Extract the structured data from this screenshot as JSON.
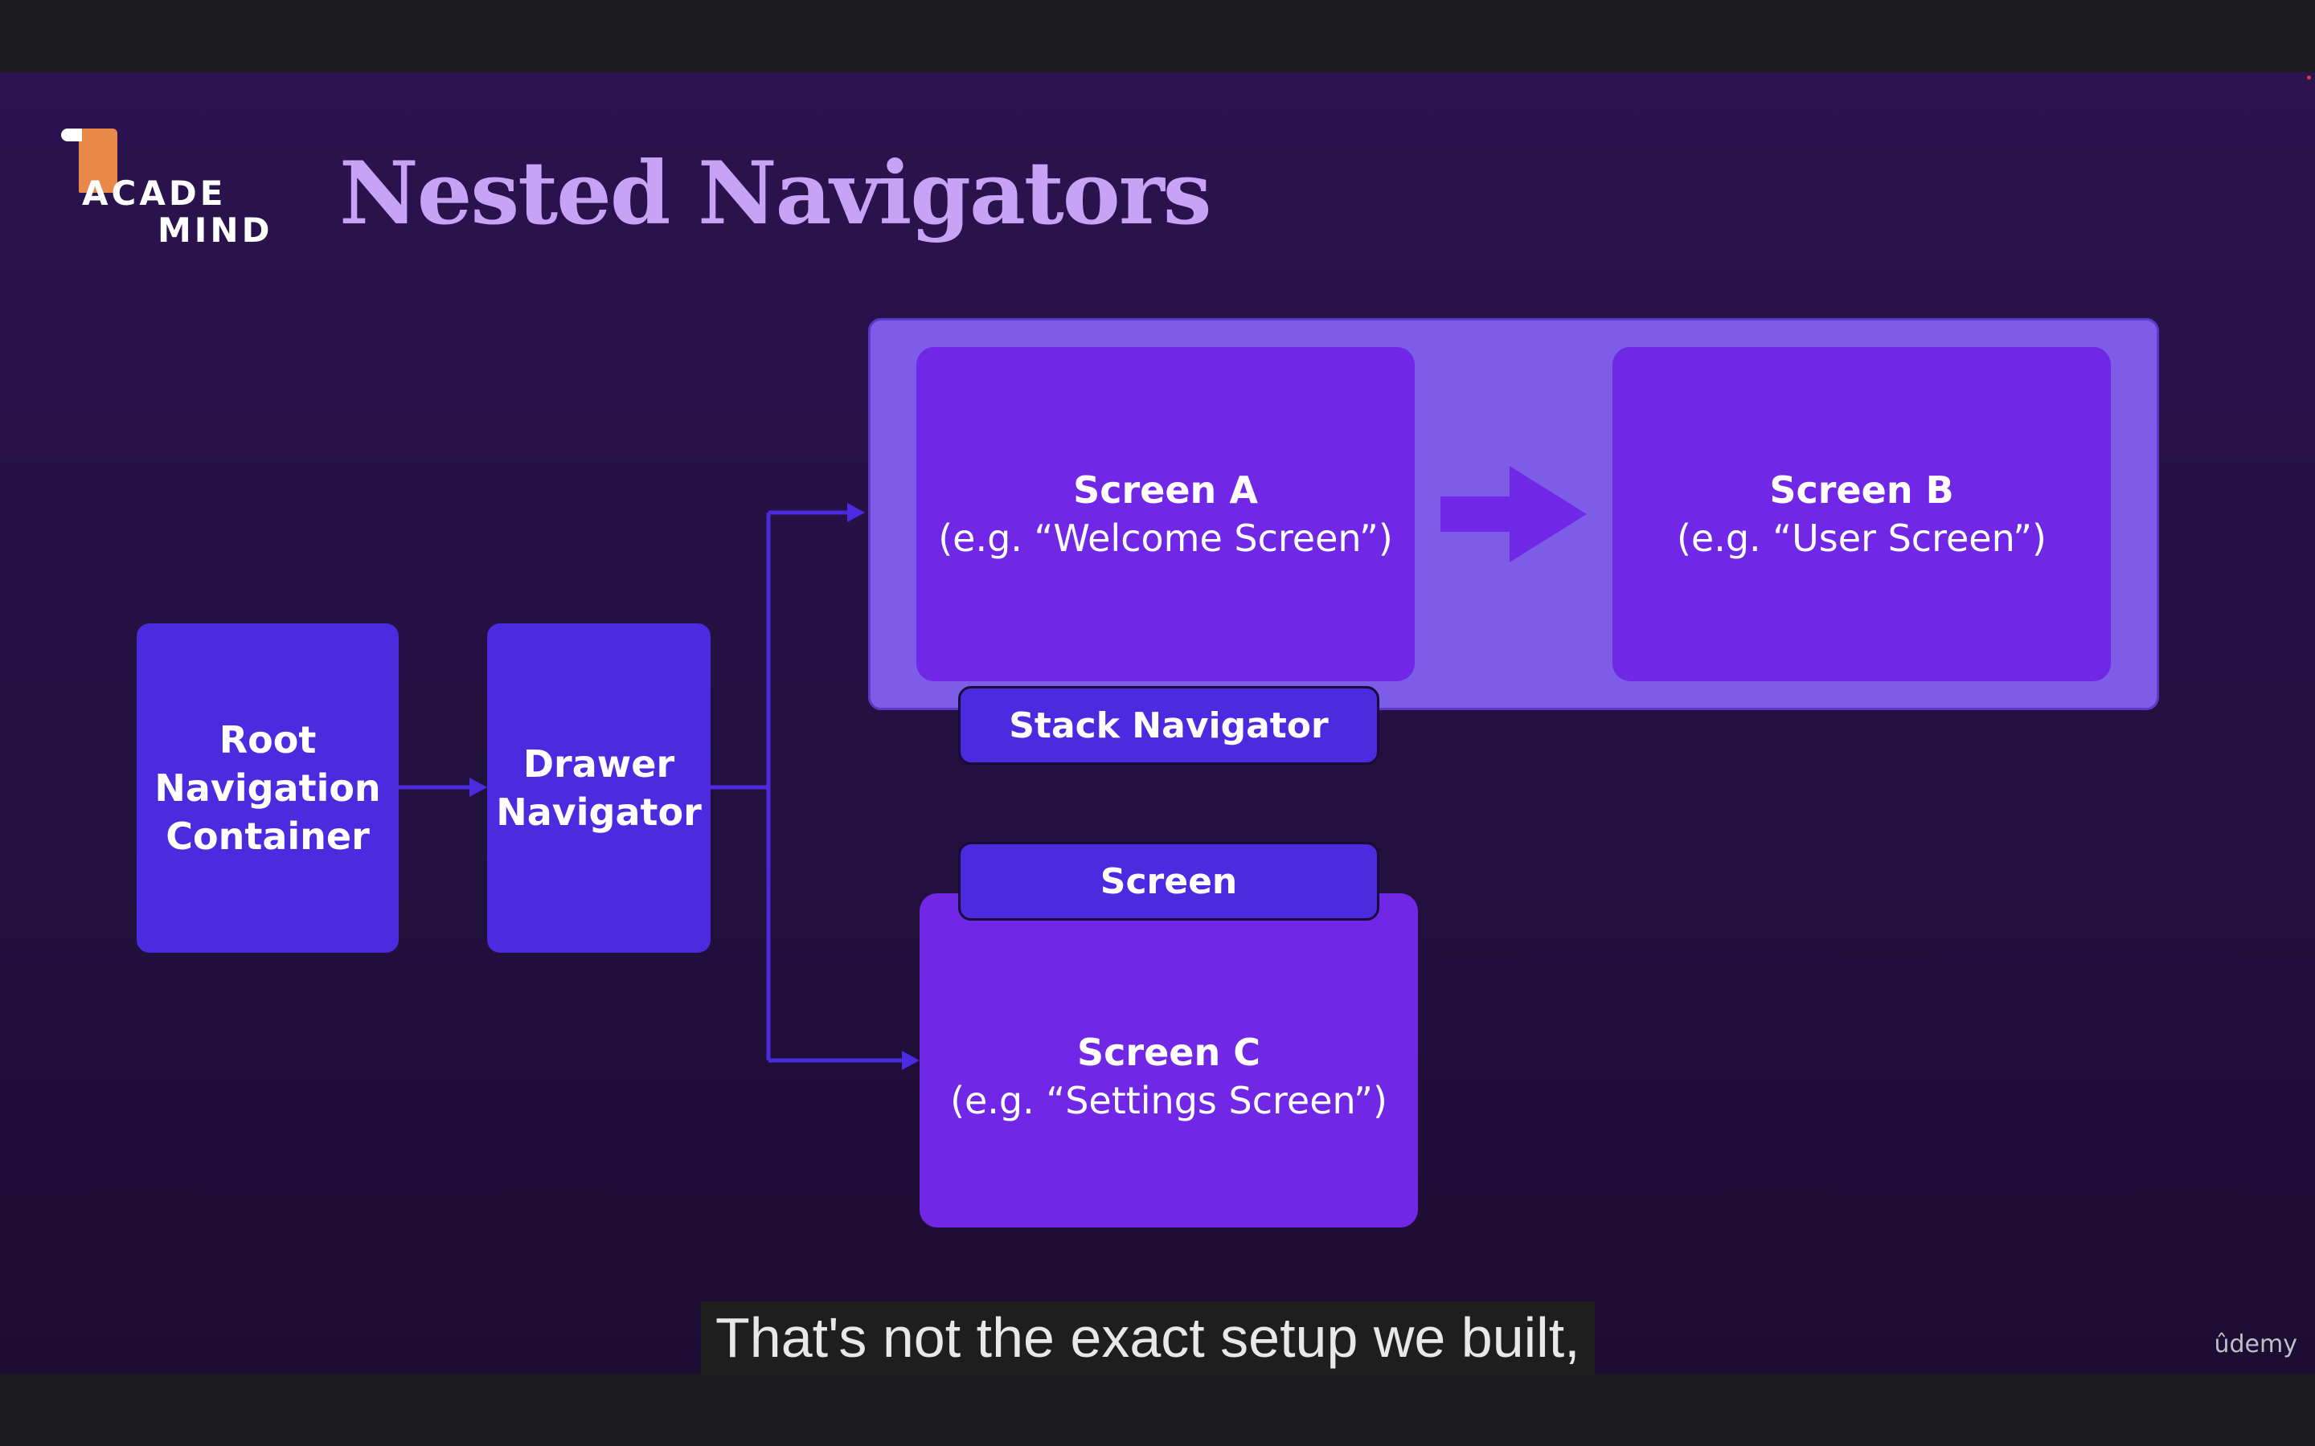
{
  "slide": {
    "logo": {
      "line1": "ACADE",
      "line2": "MIND"
    },
    "title": "Nested Navigators",
    "nodes": {
      "root": "Root Navigation Container",
      "drawer": "Drawer Navigator",
      "screen_a": {
        "name": "Screen A",
        "example": "(e.g. “Welcome Screen”)"
      },
      "screen_b": {
        "name": "Screen B",
        "example": "(e.g. “User Screen”)"
      },
      "screen_c": {
        "name": "Screen C",
        "example": "(e.g. “Settings Screen”)"
      },
      "stack_label": "Stack Navigator",
      "screen_label": "Screen"
    }
  },
  "subtitle": "That's not the exact setup we built,",
  "watermark": "ûdemy",
  "colors": {
    "background": "#22103f",
    "navigator_box": "#4c2ae0",
    "screen_box": "#7128e6",
    "stack_container": "#7d5de8",
    "title": "#c8a3f5",
    "logo_accent": "#e8894a"
  }
}
